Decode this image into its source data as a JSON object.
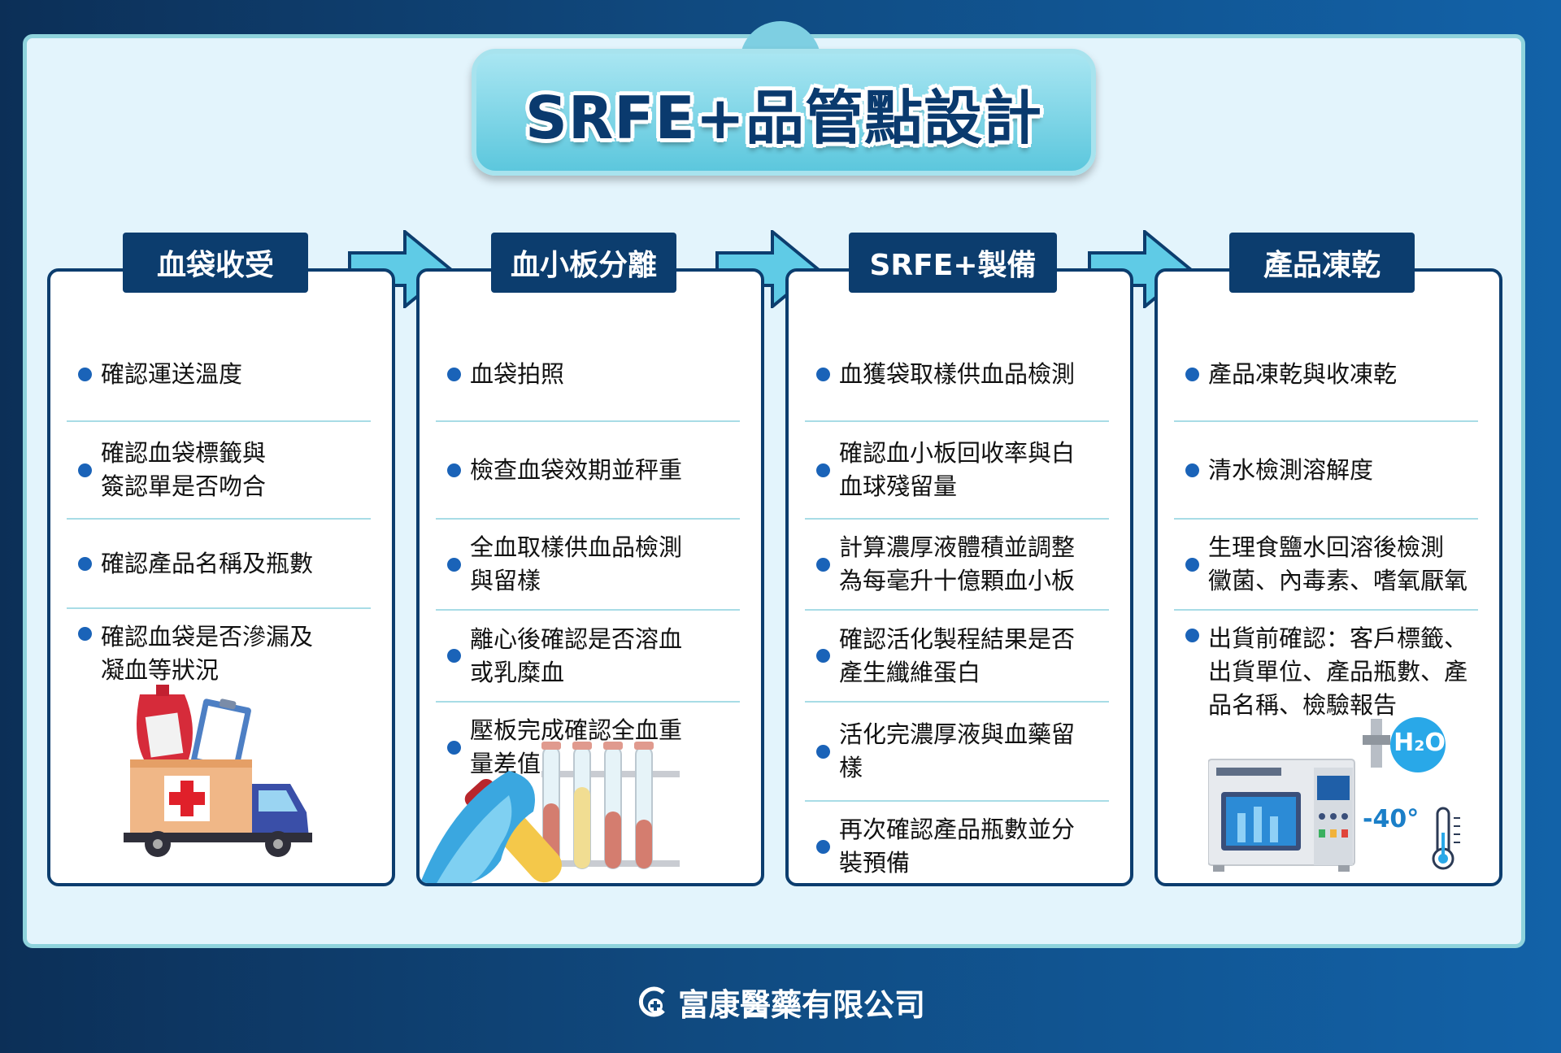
{
  "title": "SRFE+品管點設計",
  "colors": {
    "navy": "#0c3d6e",
    "bullet": "#1a63b8",
    "arrow": "#5fcbe6",
    "divider": "#a8dce6"
  },
  "steps": [
    {
      "label": "血袋收受",
      "items": [
        "確認運送溫度",
        "確認血袋標籤與\n簽認單是否吻合",
        "確認產品名稱及瓶數",
        "確認血袋是否滲漏及\n凝血等狀況"
      ],
      "illustration": "delivery-truck-icon"
    },
    {
      "label": "血小板分離",
      "items": [
        "血袋拍照",
        "檢查血袋效期並秤重",
        "全血取樣供血品檢測\n與留樣",
        "離心後確認是否溶血\n或乳糜血",
        "壓板完成確認全血重\n量差值"
      ],
      "illustration": "test-tubes-icon"
    },
    {
      "label": "SRFE+製備",
      "items": [
        "血獲袋取樣供血品檢測",
        "確認血小板回收率與白\n血球殘留量",
        "計算濃厚液體積並調整\n為每毫升十億顆血小板",
        "確認活化製程結果是否\n產生纖維蛋白",
        "活化完濃厚液與血藥留\n樣",
        "再次確認產品瓶數並分\n裝預備"
      ],
      "illustration": "none"
    },
    {
      "label": "產品凍乾",
      "items": [
        "產品凍乾與收凍乾",
        "清水檢測溶解度",
        "生理食鹽水回溶後檢測\n黴菌、內毒素、嗜氧厭氧",
        "出貨前確認：客戶標籤、\n出貨單位、產品瓶數、產\n品名稱、檢驗報告"
      ],
      "illustration": "freeze-dryer-icon"
    }
  ],
  "freeze_dryer": {
    "h2o_label": "H₂O",
    "temp_label": "-40°"
  },
  "footer": {
    "company": "富康醫藥有限公司"
  }
}
